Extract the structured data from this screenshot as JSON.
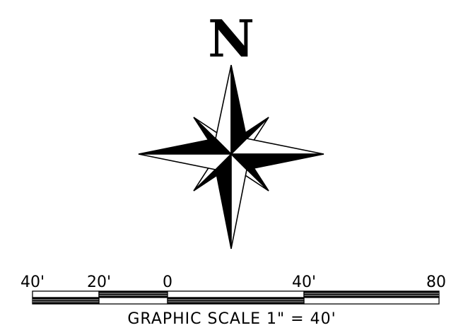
{
  "north_arrow": {
    "letter": "N"
  },
  "scale_bar": {
    "tick_labels": [
      "40'",
      "20'",
      "0",
      "40'",
      "80"
    ],
    "caption": "GRAPHIC SCALE 1\" = 40'"
  },
  "colors": {
    "ink": "#000000",
    "paper": "#ffffff"
  }
}
